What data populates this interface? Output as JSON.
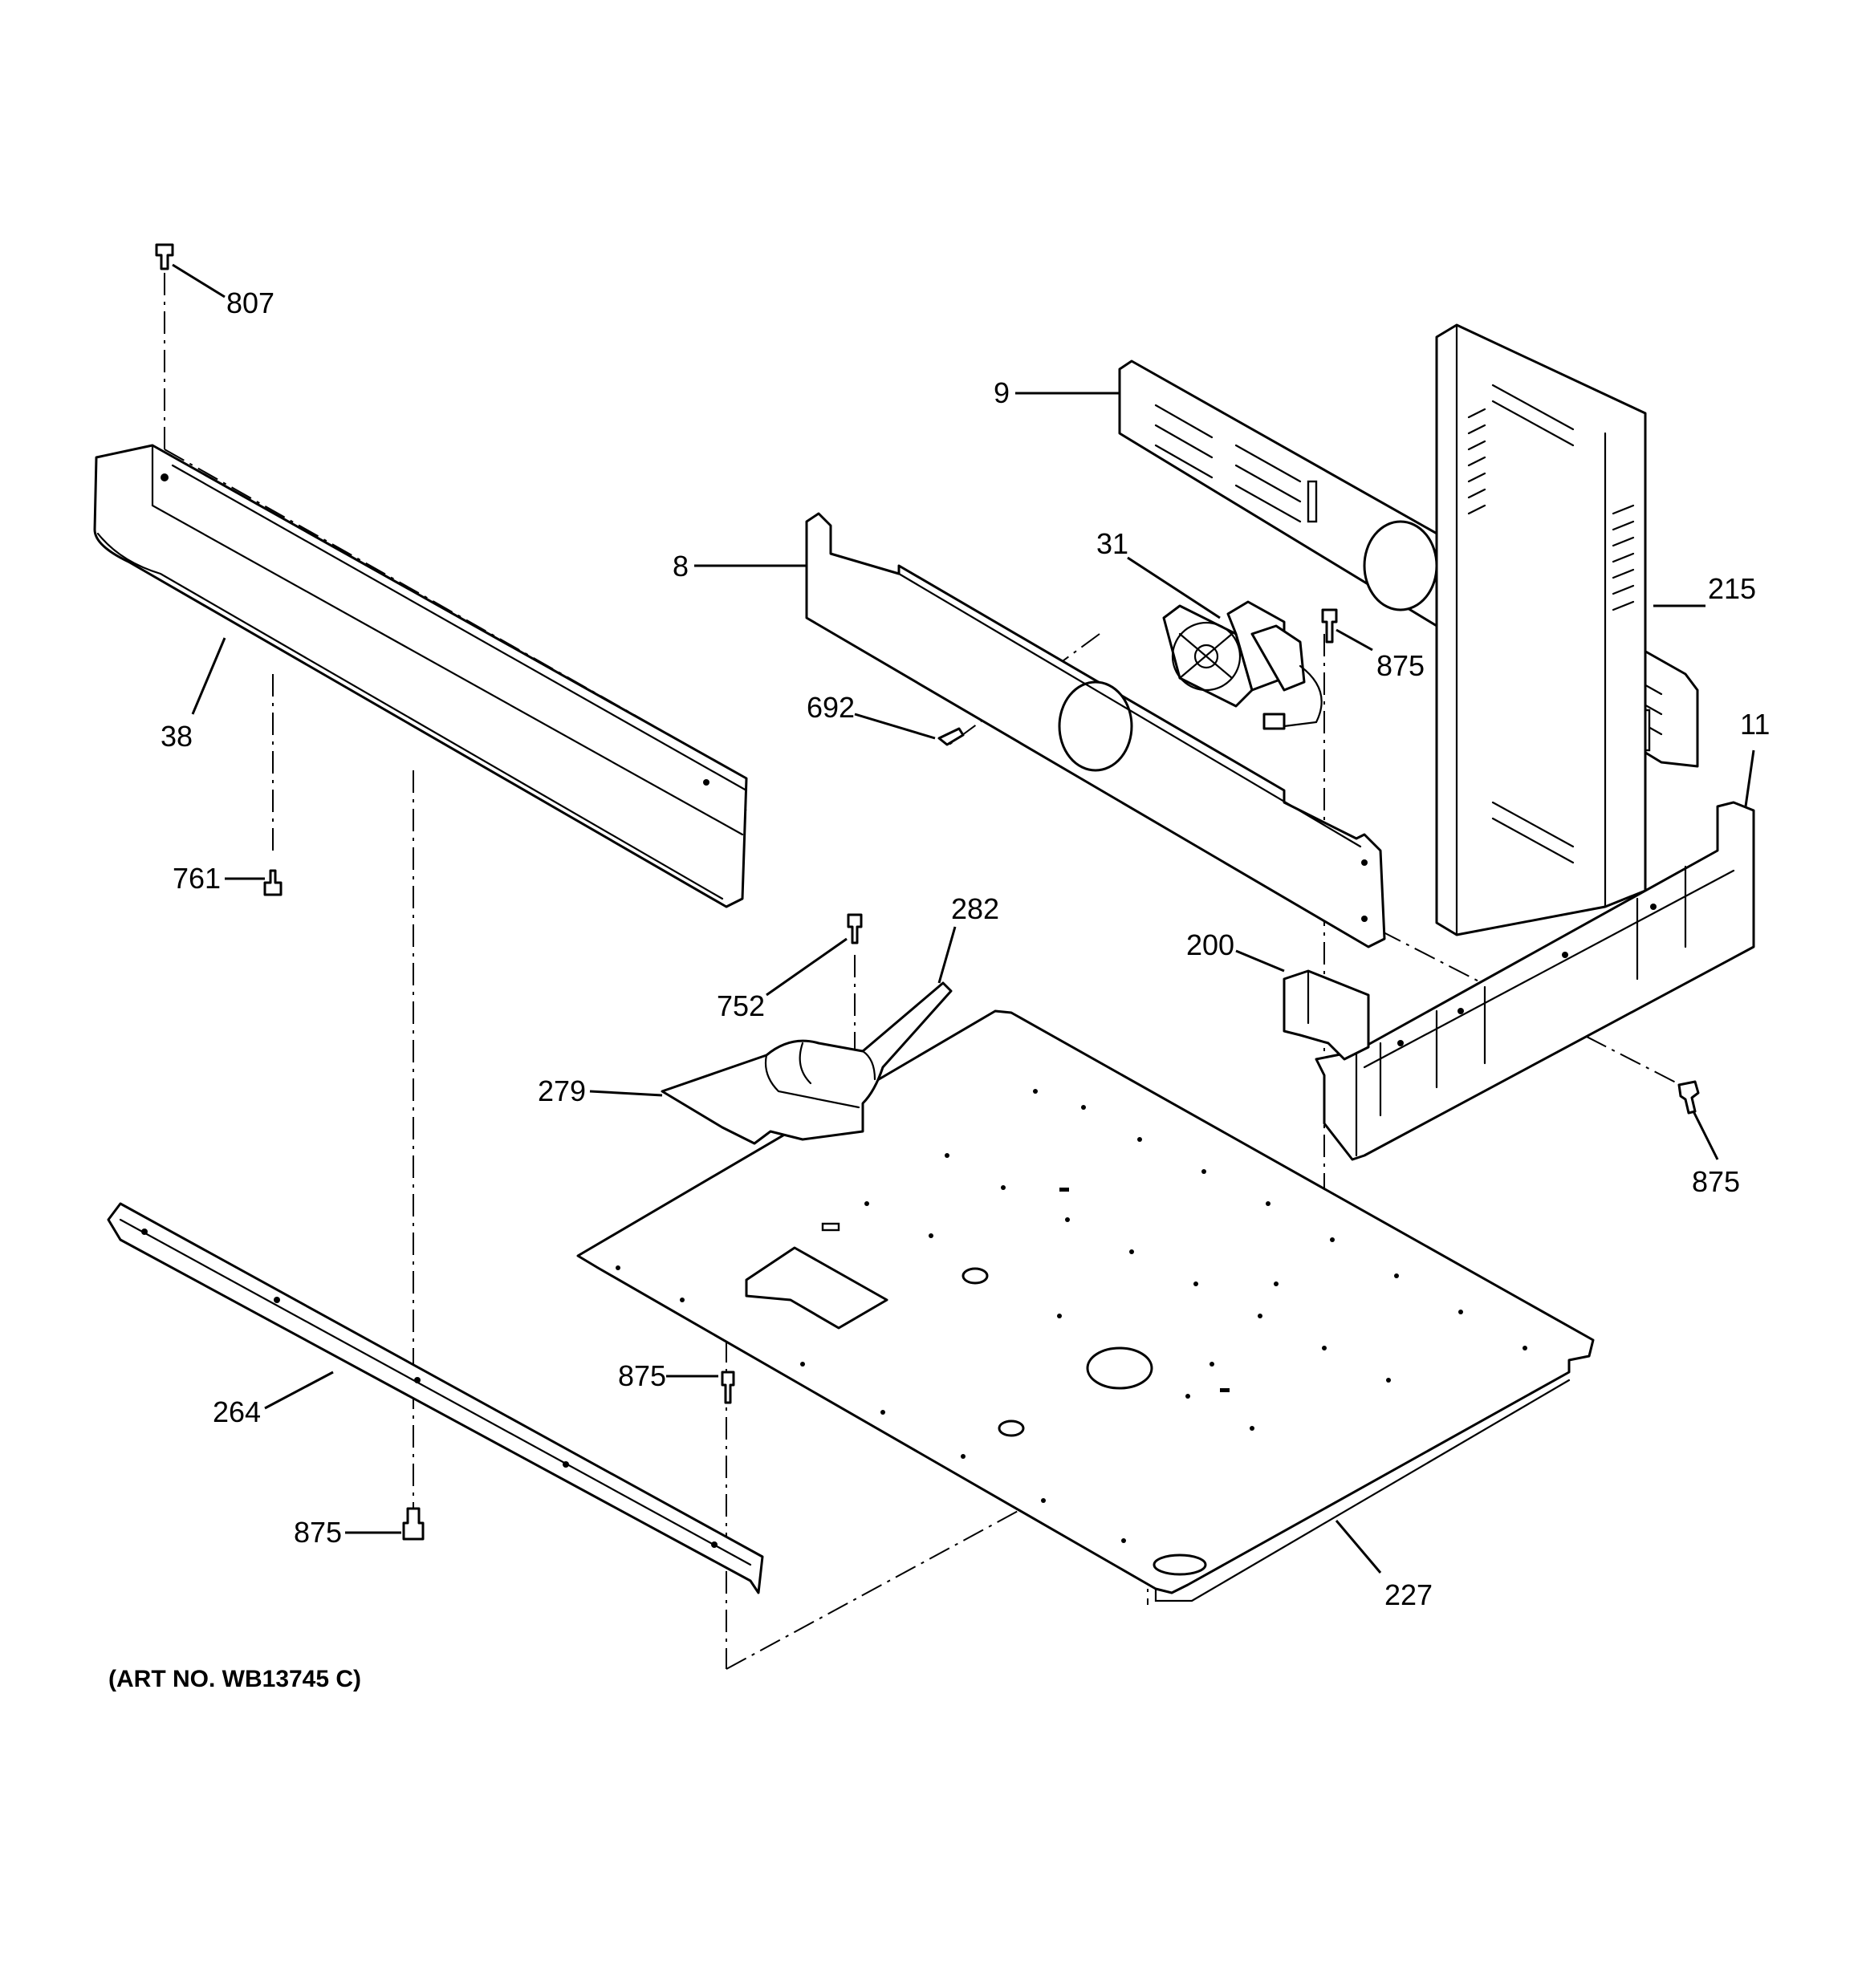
{
  "diagram": {
    "art_number": "(ART NO. WB13745 C)",
    "callouts": {
      "c807": "807",
      "c9": "9",
      "c8": "8",
      "c31": "31",
      "c875_fan": "875",
      "c215": "215",
      "c38": "38",
      "c692": "692",
      "c11": "11",
      "c761": "761",
      "c282": "282",
      "c200": "200",
      "c752": "752",
      "c279": "279",
      "c875_right": "875",
      "c875_mid": "875",
      "c264": "264",
      "c875_left": "875",
      "c227": "227"
    }
  }
}
